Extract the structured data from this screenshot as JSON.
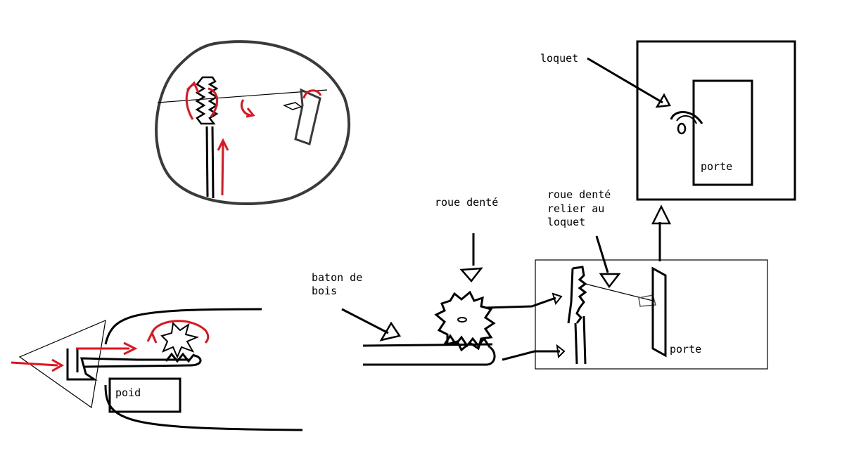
{
  "labels": {
    "loquet_top": "loquet",
    "porte_top": "porte",
    "roue_dente_mid": "roue denté",
    "roue_relier_line1": "roue denté",
    "roue_relier_line2": "relier au",
    "roue_relier_line3": "loquet",
    "baton_line1": "baton de",
    "baton_line2": "bois",
    "porte_bottom": "porte",
    "poid": "poid"
  },
  "colors": {
    "ink": "#000000",
    "red": "#e0141e",
    "circle": "#3a3a3a"
  }
}
